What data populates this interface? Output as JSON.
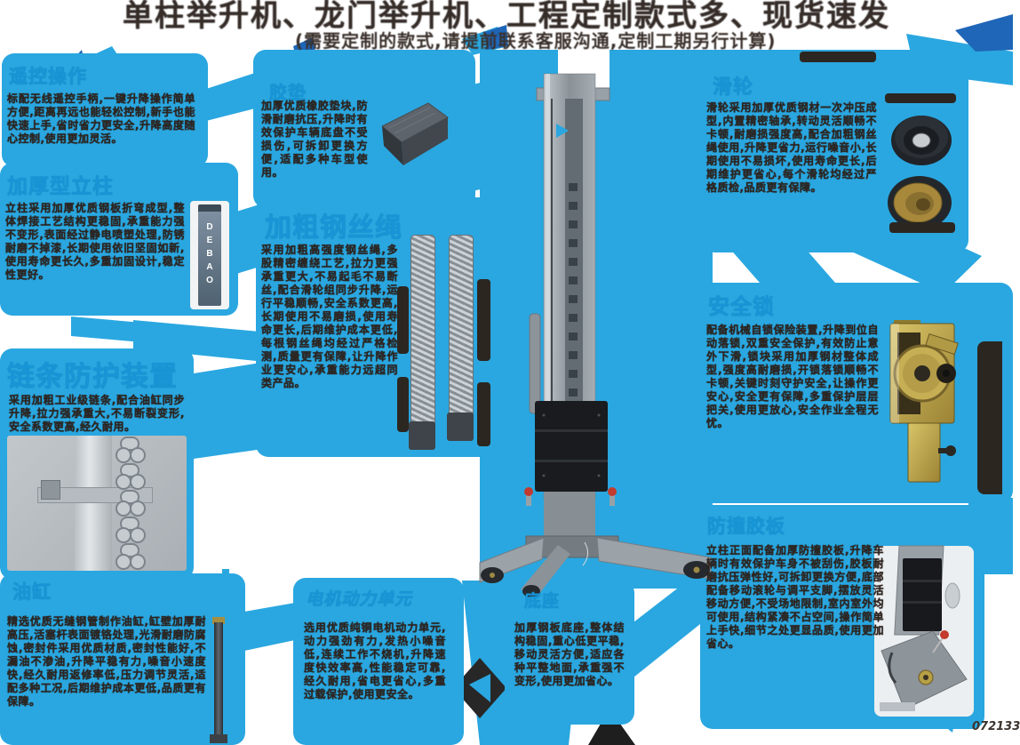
{
  "title": {
    "line1": "单柱举升机、龙门举升机、工程定制款式多、现货速发",
    "line2": "(需要定制的款式,请提前联系客服沟通,定制工期另行计算)"
  },
  "watermark": "072133",
  "brand_label": "DEBAO",
  "colors": {
    "arrow_blue": "#2aa7e0",
    "accent_dark_blue": "#1f66b8",
    "heading_blue": "#1795d6",
    "body_text_dark": "#2e2520"
  },
  "sections": {
    "remote_control": {
      "heading": "遥控操作",
      "body": "标配无线遥控手柄,一键升降操作简单方便,距离再远也能轻松控制,新手也能快速上手,省时省力更安全,升降高度随心控制,使用更加灵活。"
    },
    "column": {
      "heading": "加厚型立柱",
      "body": "立柱采用加厚优质钢板折弯成型,整体焊接工艺结构更稳固,承重能力强不变形,表面经过静电喷塑处理,防锈耐磨不掉漆,长期使用依旧坚固如新,使用寿命更长久,多重加固设计,稳定性更好。"
    },
    "chain_guard": {
      "heading": "链条防护装置",
      "body": "采用加粗工业级链条,配合油缸同步升降,拉力强承重大,不易断裂变形,安全系数更高,经久耐用。"
    },
    "cylinder": {
      "heading": "油缸",
      "body": "精选优质无缝钢管制作油缸,缸壁加厚耐高压,活塞杆表面镀铬处理,光滑耐磨防腐蚀,密封件采用优质材质,密封性能好,不漏油不渗油,升降平稳有力,噪音小速度快,经久耐用返修率低,压力调节灵活,适配多种工况,后期维护成本更低,品质更有保障。"
    },
    "rubber_pad": {
      "heading": "胶垫",
      "body": "加厚优质橡胶垫块,防滑耐磨抗压,升降时有效保护车辆底盘不受损伤,可拆卸更换方便,适配多种车型使用。"
    },
    "wire_rope": {
      "heading": "加粗钢丝绳",
      "body": "采用加粗高强度钢丝绳,多股精密缠绕工艺,拉力更强承重更大,不易起毛不易断丝,配合滑轮组同步升降,运行平稳顺畅,安全系数更高,长期使用不易磨损,使用寿命更长,后期维护成本更低,每根钢丝绳均经过严格检测,质量更有保障,让升降作业更安心,承重能力远超同类产品。"
    },
    "power_unit": {
      "heading": "电机动力单元",
      "body": "选用优质纯铜电机动力单元,动力强劲有力,发热小噪音低,连续工作不烧机,升降速度快效率高,性能稳定可靠,经久耐用,省电更省心,多重过载保护,使用更安全。"
    },
    "base": {
      "heading": "底座",
      "body": "加厚钢板底座,整体结构稳固,重心低更平稳,移动灵活方便,适应各种平整地面,承重强不变形,使用更加省心。"
    },
    "pulley": {
      "heading": "滑轮",
      "body": "滑轮采用加厚优质钢材一次冲压成型,内置精密轴承,转动灵活顺畅不卡顿,耐磨损强度高,配合加粗钢丝绳使用,升降更省力,运行噪音小,长期使用不易损坏,使用寿命更长,后期维护更省心,每个滑轮均经过严格质检,品质更有保障。"
    },
    "safety_lock": {
      "heading": "安全锁",
      "body": "配备机械自锁保险装置,升降到位自动落锁,双重安全保护,有效防止意外下滑,锁块采用加厚钢材整体成型,强度高耐磨损,开锁落锁顺畅不卡顿,关键时刻守护安全,让操作更安心,安全更有保障,多重保护层层把关,使用更放心,安全作业全程无忧。"
    },
    "anti_scratch_pad": {
      "heading": "防撞胶板",
      "body": "立柱正面配备加厚防撞胶板,升降车辆时有效保护车身不被刮伤,胶板耐磨抗压弹性好,可拆卸更换方便,底部配备移动滚轮与调平支脚,摆放灵活移动方便,不受场地限制,室内室外均可使用,结构紧凑不占空间,操作简单上手快,细节之处更显品质,使用更加省心。"
    }
  }
}
